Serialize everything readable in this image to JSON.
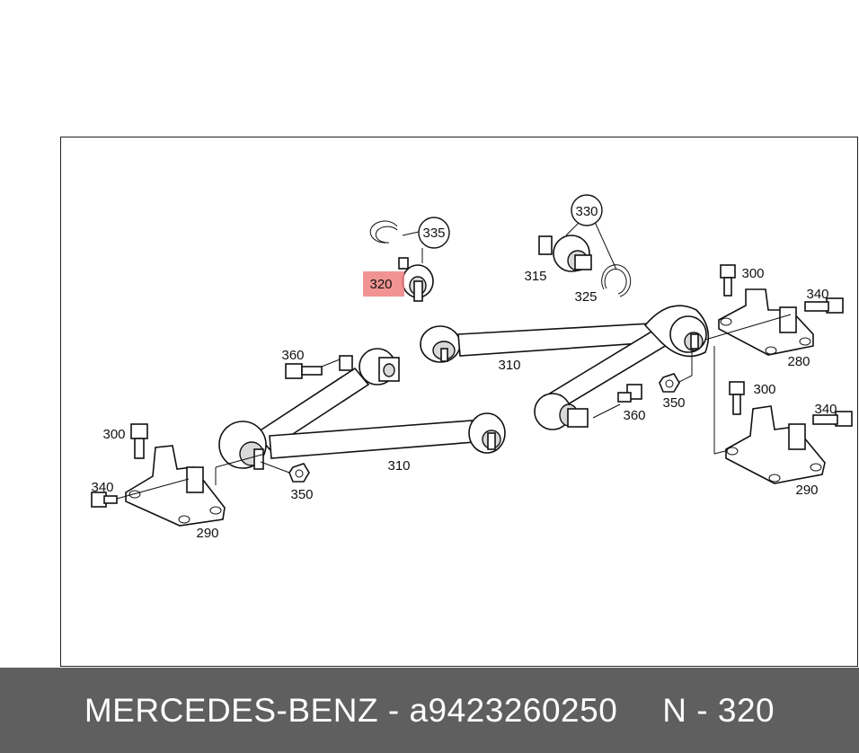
{
  "diagram": {
    "callouts": {
      "c320": "320",
      "c335": "335",
      "c330": "330",
      "c315": "315",
      "c325": "325",
      "c300_top": "300",
      "c340_top": "340",
      "c280": "280",
      "c310_top": "310",
      "c360_left": "360",
      "c350_right": "350",
      "c360_right": "360",
      "c300_right": "300",
      "c340_right": "340",
      "c290_right": "290",
      "c300_left": "300",
      "c340_left": "340",
      "c290_left": "290",
      "c310_bottom": "310",
      "c350_left": "350"
    },
    "highlight_color": "#f08080"
  },
  "footer": {
    "brand": "MERCEDES-BENZ",
    "separator": " - ",
    "part_number": "a9423260250",
    "position_label": "N - 320"
  },
  "colors": {
    "footer_bg": "#5f5f5f",
    "footer_text": "#ffffff"
  }
}
